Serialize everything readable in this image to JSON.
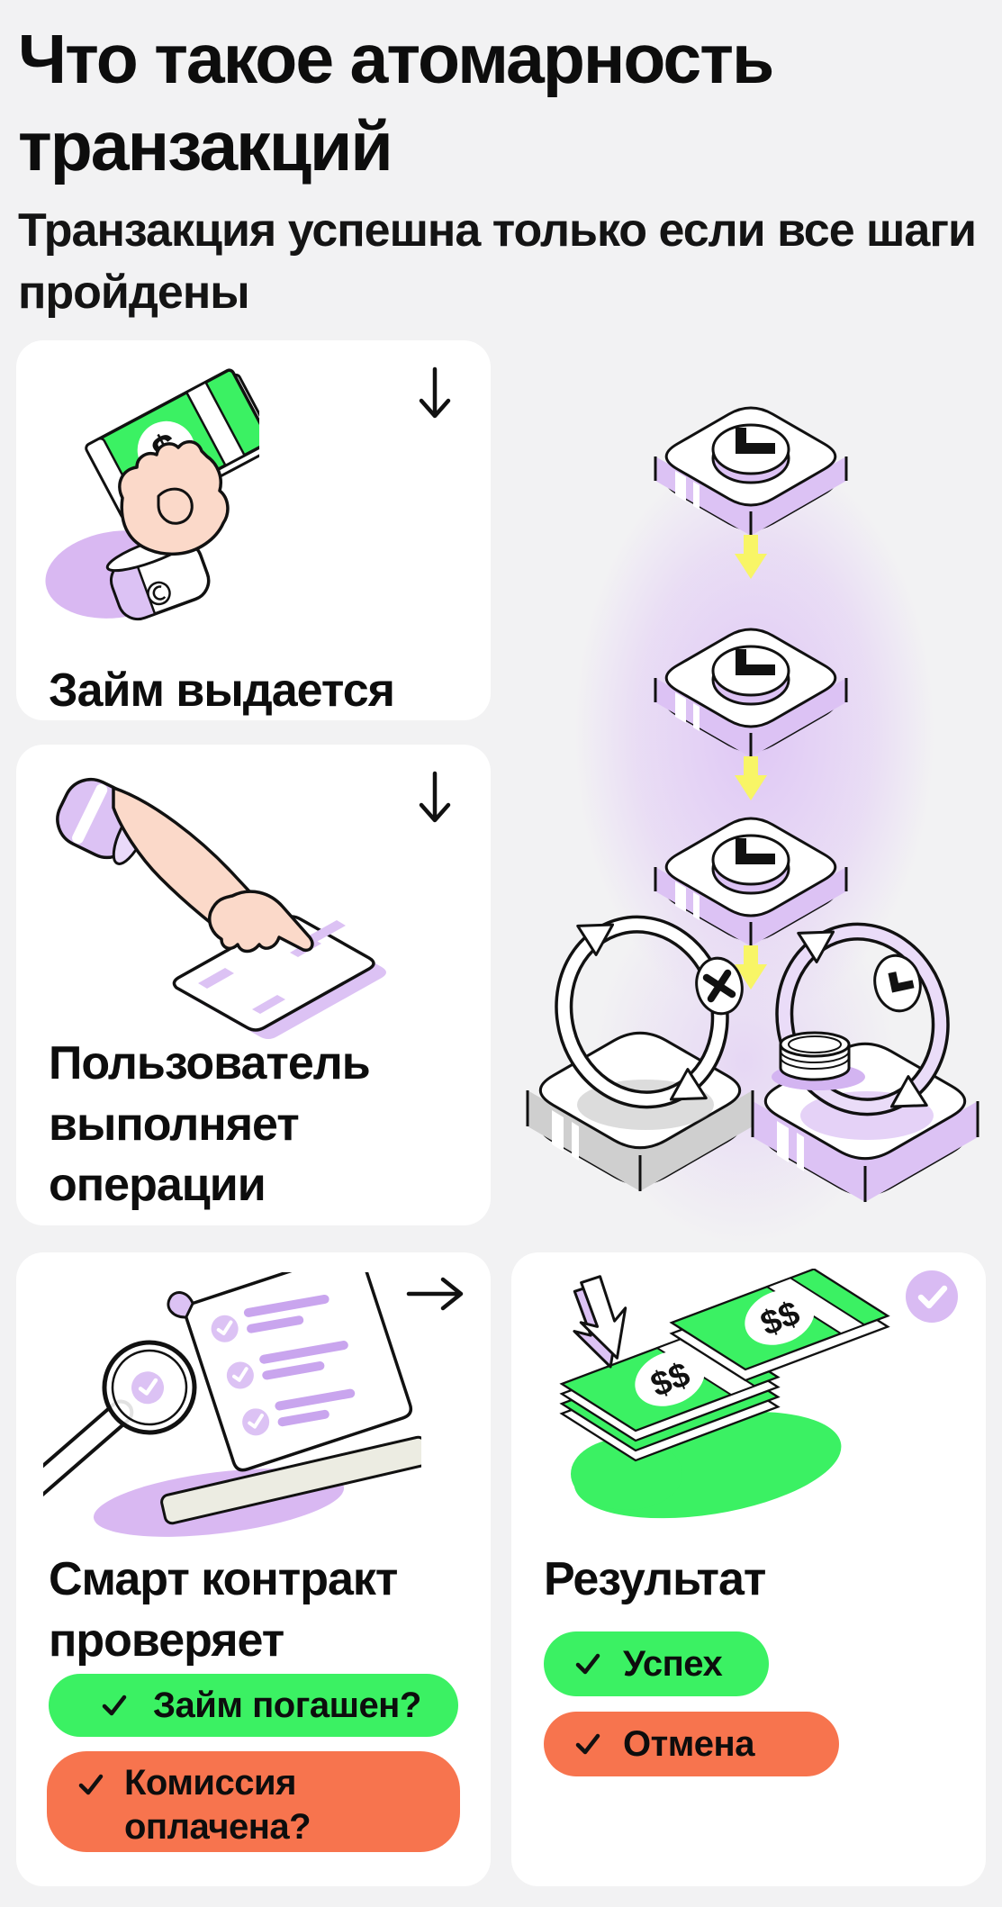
{
  "header": {
    "title": "Что такое атомарность транзакций",
    "subtitle": "Транзакция успешна только если все шаги пройдены"
  },
  "cards": {
    "loan": {
      "label": "Займ выдается"
    },
    "user": {
      "label": "Пользователь выполняет операции"
    },
    "contract": {
      "label": "Смарт контракт проверяет",
      "checks": [
        {
          "text": "Займ погашен?",
          "color": "#3BF163"
        },
        {
          "text": "Комиссия оплачена?",
          "color": "#F7744E"
        }
      ]
    },
    "result": {
      "label": "Результат",
      "checks": [
        {
          "text": "Успех",
          "color": "#3BF163"
        },
        {
          "text": "Отмена",
          "color": "#F7744E"
        }
      ]
    }
  },
  "icons": {
    "down_arrow": "↓",
    "right_arrow": "→",
    "check": "✓",
    "clock": "clock-face",
    "plus_rollback": "+",
    "dollar": "$",
    "double_dollar": "$$"
  },
  "colors": {
    "background": "#F2F2F3",
    "card": "#FFFFFF",
    "text": "#0D0D0D",
    "green": "#3BF163",
    "coral": "#F7744E",
    "lavender": "#DCC2F4",
    "glow_purple": "#E3D0F3",
    "yellow": "#F8F566",
    "badge_purple": "#D9BBF3",
    "gray": "#CFCFCF"
  }
}
